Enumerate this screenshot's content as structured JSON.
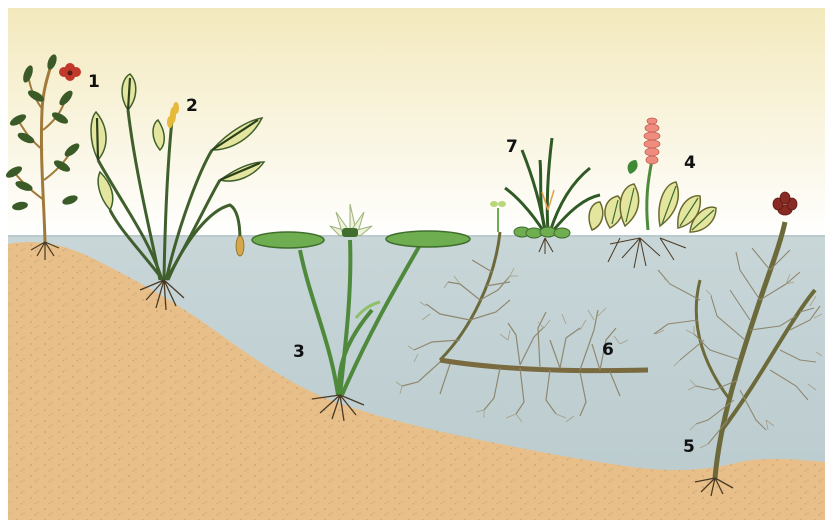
{
  "colors": {
    "sky_top": "#f6efc8",
    "sky_bottom": "#ffffff",
    "water": "#c5d3d6",
    "water_deep": "#b6c7cb",
    "sand": "#e9c08a",
    "sand_dark": "#ddb07a",
    "leaf_dark": "#3d5a2a",
    "leaf_green": "#6fae50",
    "leaf_light": "#e6e7a2",
    "stem_brown": "#6c6a3a",
    "red_flower": "#9b2f2a",
    "pink_flower": "#ee8d7f",
    "root": "#4a3a24"
  },
  "labels": {
    "n1": "1",
    "n2": "2",
    "n3": "3",
    "n4": "4",
    "n5": "5",
    "n6": "6",
    "n7": "7"
  }
}
